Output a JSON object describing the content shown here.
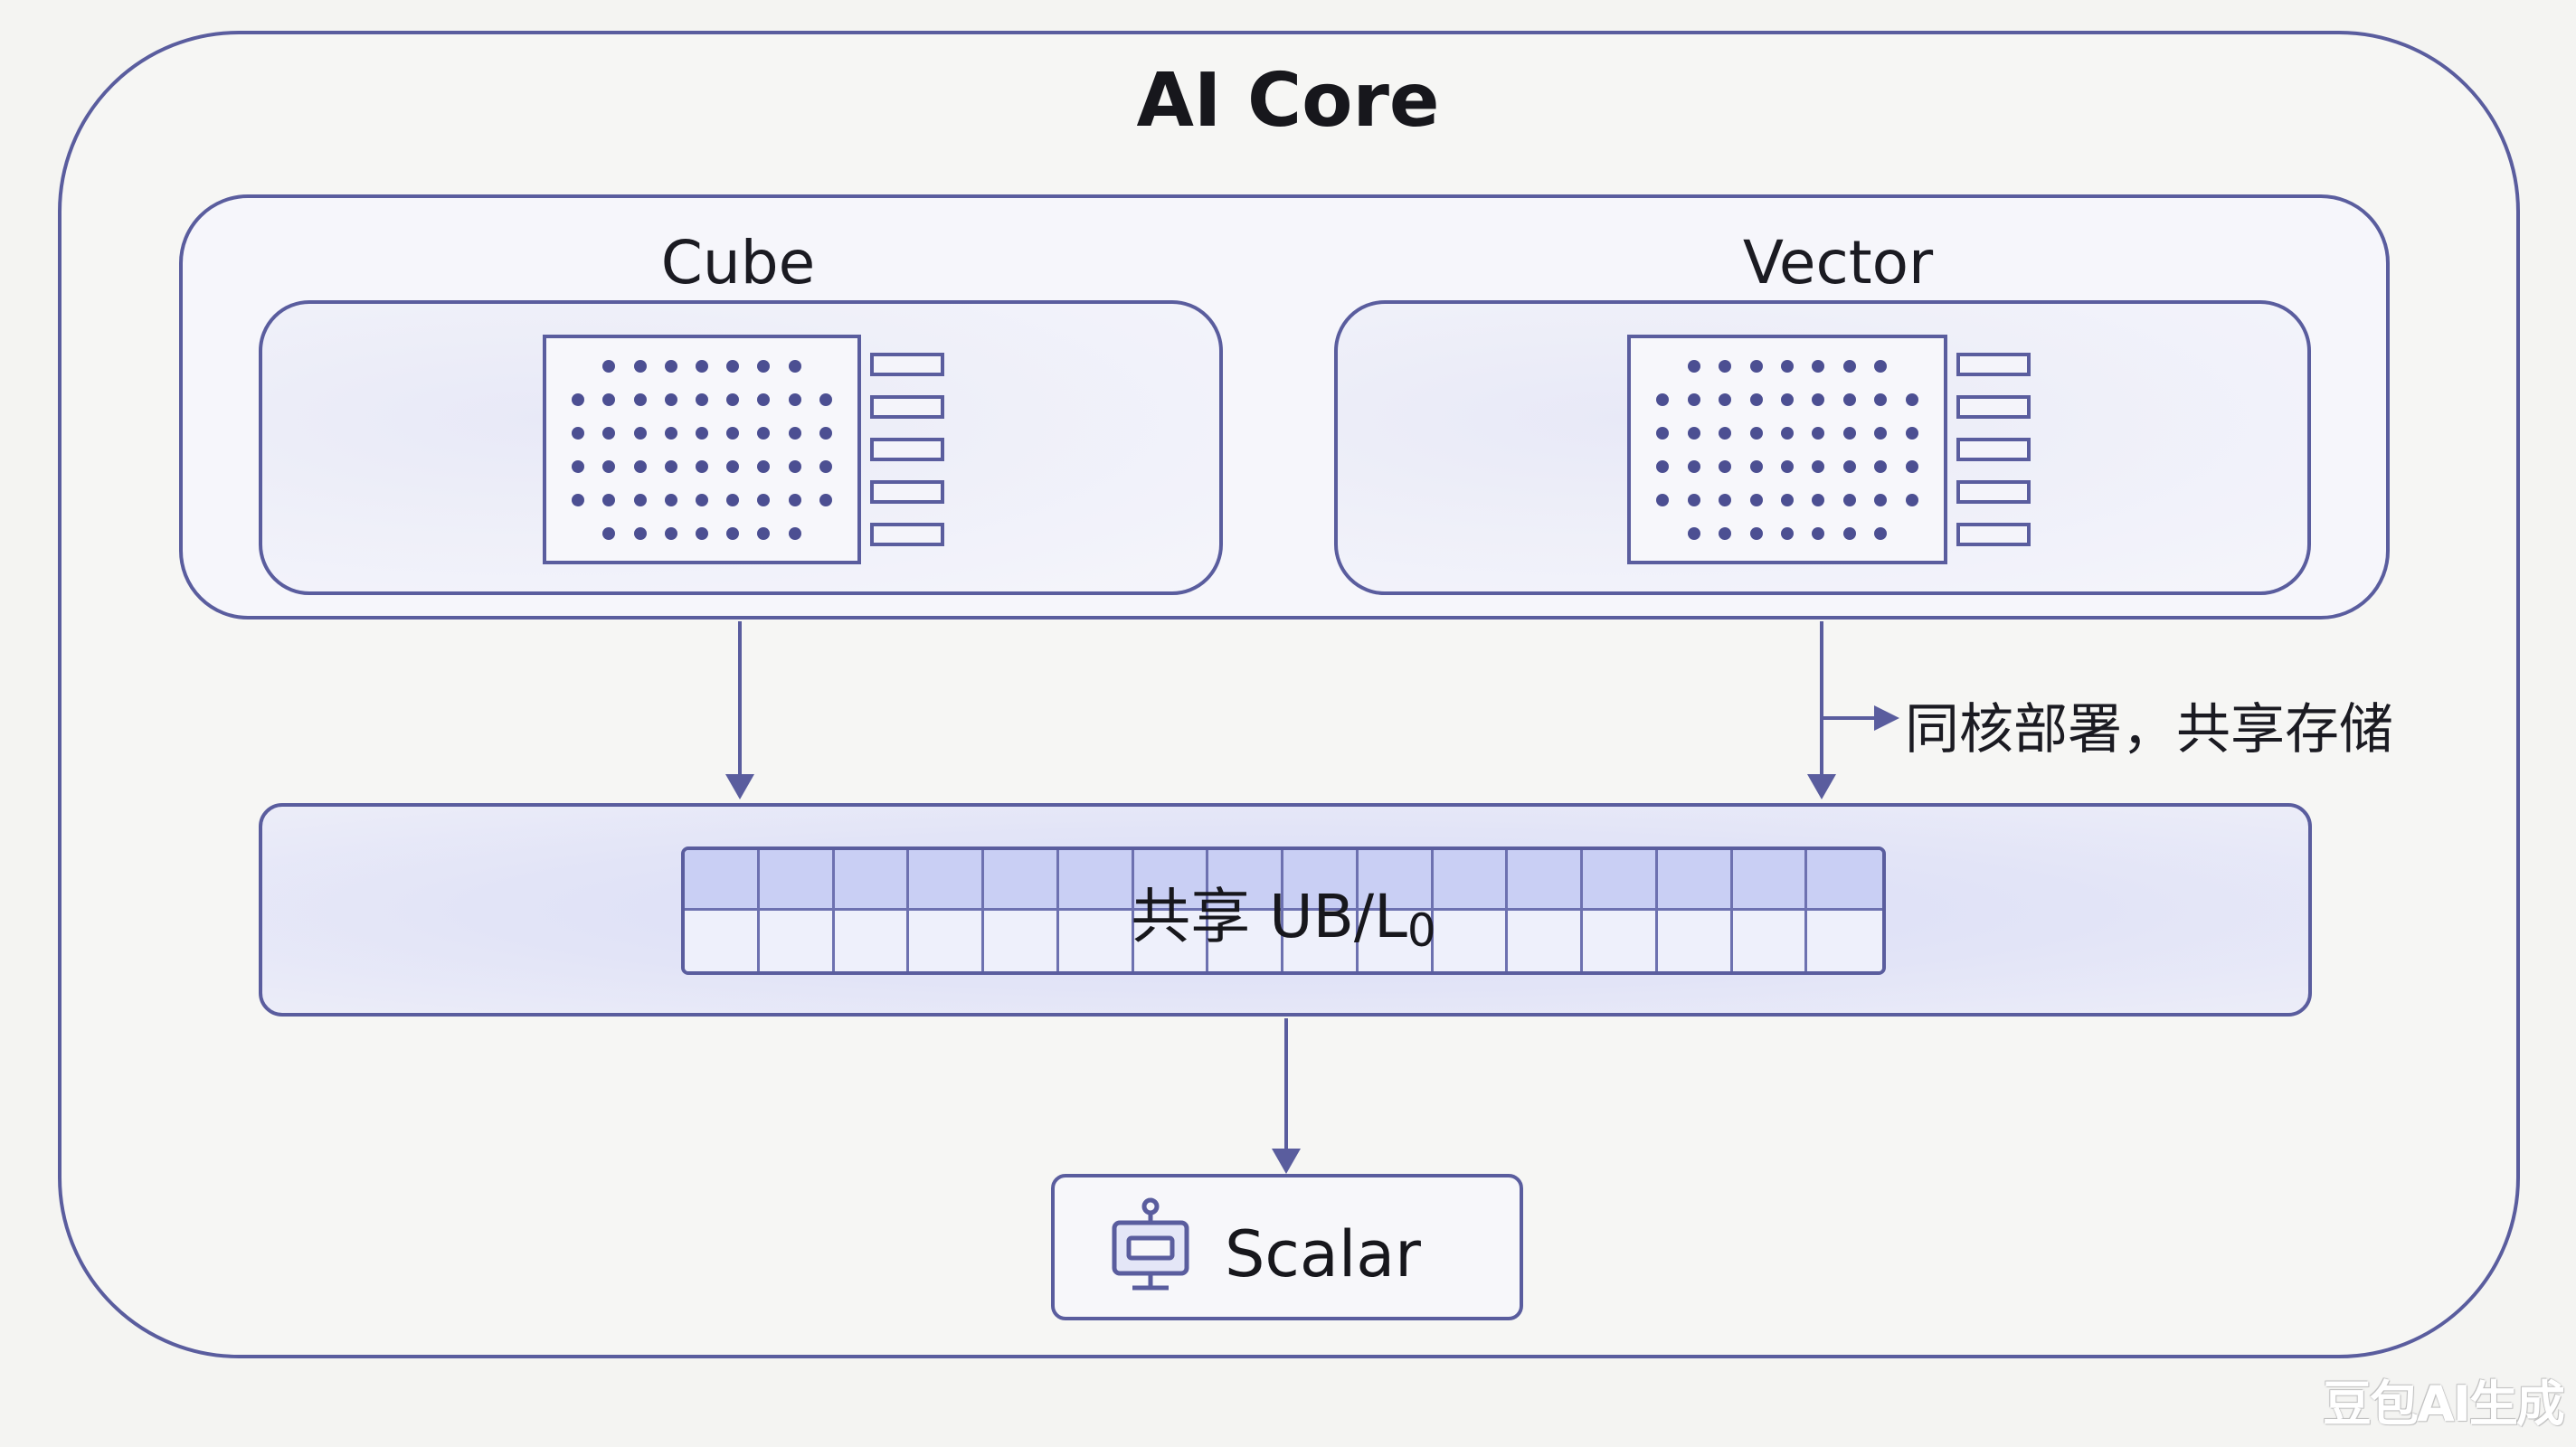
{
  "title": "AI Core",
  "units": {
    "cube": {
      "label": "Cube"
    },
    "vector": {
      "label": "Vector"
    }
  },
  "note": "同核部署，共享存储",
  "shared_memory": {
    "label_main": "共享 UB/L",
    "label_sub": "0"
  },
  "scalar": {
    "label": "Scalar",
    "icon": "processor-icon"
  },
  "watermark": "豆包AI生成",
  "colors": {
    "stroke": "#5a5d9e",
    "dot": "#4c4f92",
    "shared_fill": "#d9dcf6",
    "background": "#f4f4f2"
  }
}
